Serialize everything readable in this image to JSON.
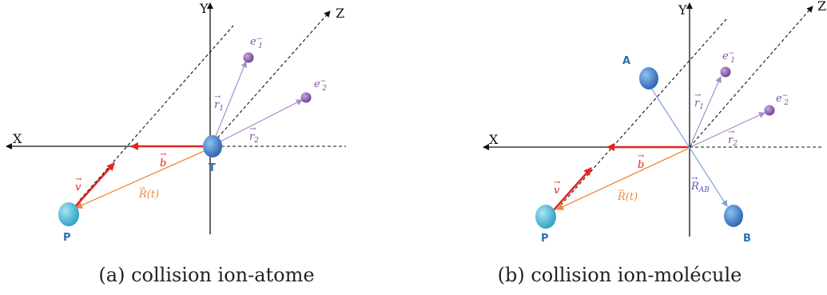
{
  "panel_a": {
    "caption": "(a) collision ion-atome",
    "axes": {
      "x": "X",
      "y": "Y",
      "z": "Z"
    },
    "points": {
      "projectile": "P",
      "target": "T"
    },
    "vectors": {
      "v": "v",
      "b": "b",
      "R": "R(t)",
      "r1": "r",
      "r1_sub": "1",
      "r2": "r",
      "r2_sub": "2"
    },
    "electrons": {
      "e1": "e",
      "e1_sup": "−",
      "e1_sub": "1",
      "e2": "e",
      "e2_sup": "−",
      "e2_sub": "2"
    }
  },
  "panel_b": {
    "caption": "(b) collision ion-molécule",
    "axes": {
      "x": "X",
      "y": "Y",
      "z": "Z"
    },
    "points": {
      "projectile": "P",
      "atom_a": "A",
      "atom_b": "B"
    },
    "vectors": {
      "v": "v",
      "b": "b",
      "R": "R(t)",
      "r1": "r",
      "r1_sub": "1",
      "r2": "r",
      "r2_sub": "2",
      "RAB": "R",
      "RAB_sub": "AB"
    },
    "electrons": {
      "e1": "e",
      "e1_sup": "−",
      "e1_sub": "1",
      "e2": "e",
      "e2_sup": "−",
      "e2_sub": "2"
    }
  },
  "colors": {
    "axis": "#111111",
    "velocity": "#e32420",
    "impact": "#e32420",
    "R": "#f0883a",
    "r_vec": "#a88cd0",
    "rab": "#7aa3d8",
    "electron": "#7e4fa3",
    "atom": "#3a7fd0",
    "projectile": "#3fb9d8",
    "label_blue": "#2a6fb5"
  }
}
